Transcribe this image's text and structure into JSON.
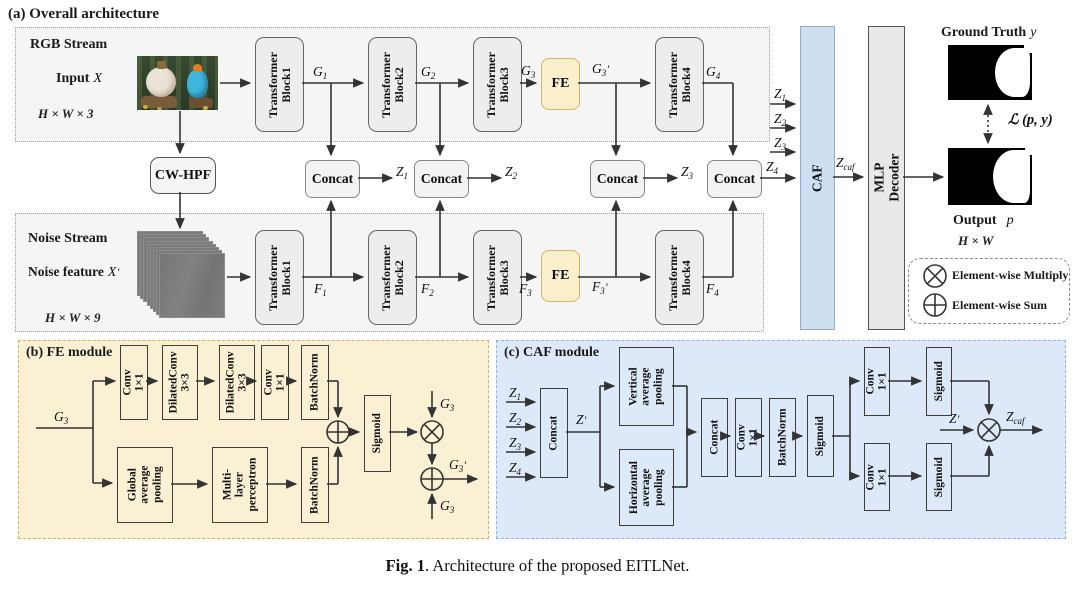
{
  "colors": {
    "fe_box": "#fbf0cc",
    "fe_panel": "#faf0d3",
    "caf_panel": "#dde9f8",
    "caf_column": "#cfdff2",
    "mlp_column": "#e9e9e9",
    "stream_fill": "#f5f5f5",
    "wire": "#333333"
  },
  "caption": {
    "bold": "Fig. 1",
    "rest": ". Architecture of the proposed EITLNet."
  },
  "panel_a": {
    "title": "(a) Overall architecture",
    "rgb_stream": {
      "title": "RGB Stream",
      "input_label": "Input",
      "dims": "H × W × 3"
    },
    "noise_stream": {
      "title": "Noise Stream",
      "input_label": "Noise feature",
      "dims": "H × W × 9"
    },
    "cw_hpf": "CW-HPF",
    "concat": "Concat",
    "fe": "FE",
    "blocks": {
      "b1": "Transformer\nBlock1",
      "b2": "Transformer\nBlock2",
      "b3": "Transformer\nBlock3",
      "b4": "Transformer\nBlock4"
    },
    "caf": "CAF",
    "mlp_decoder": "MLP Decoder",
    "ground_truth_label": "Ground Truth",
    "output_label": "Output",
    "output_dims": "H × W",
    "loss": "ℒ (p, y)",
    "legend": {
      "multiply": "Element-wise Multiply",
      "sum": "Element-wise Sum"
    }
  },
  "panel_b": {
    "title": "(b) FE module",
    "conv1": "Conv 1×1",
    "dilated1": "DilatedConv\n3×3",
    "dilated2": "DilatedConv\n3×3",
    "conv2": "Conv 1×1",
    "batchnorm1": "BatchNorm",
    "gap": "Global\naverage\npooling",
    "mlp": "Multi-layer\nperceptron",
    "batchnorm2": "BatchNorm",
    "sigmoid": "Sigmoid"
  },
  "panel_c": {
    "title": "(c) CAF module",
    "concat_in": "Concat",
    "vpool": "Vertical\naverage\npooling",
    "hpool": "Horizontal\naverage\npooling",
    "concat_mid": "Concat",
    "conv_mid": "Conv 1×1",
    "batchnorm": "BatchNorm",
    "sigmoid_mid": "Sigmoid",
    "conv_top": "Conv 1×1",
    "conv_bottom": "Conv 1×1",
    "sigmoid_top": "Sigmoid",
    "sigmoid_bottom": "Sigmoid"
  },
  "vars": {
    "x": {
      "b": "X"
    },
    "xp": {
      "b": "X",
      "p": "′"
    },
    "y": {
      "b": "y"
    },
    "p": {
      "b": "p"
    },
    "g1": {
      "b": "G",
      "s": "1"
    },
    "g2": {
      "b": "G",
      "s": "2"
    },
    "g3": {
      "b": "G",
      "s": "3"
    },
    "g4": {
      "b": "G",
      "s": "4"
    },
    "g3p": {
      "b": "G",
      "s": "3",
      "p": "′"
    },
    "f1": {
      "b": "F",
      "s": "1"
    },
    "f2": {
      "b": "F",
      "s": "2"
    },
    "f3": {
      "b": "F",
      "s": "3"
    },
    "f4": {
      "b": "F",
      "s": "4"
    },
    "f3p": {
      "b": "F",
      "s": "3",
      "p": "′"
    },
    "z1": {
      "b": "Z",
      "s": "1"
    },
    "z2": {
      "b": "Z",
      "s": "2"
    },
    "z3": {
      "b": "Z",
      "s": "3"
    },
    "z4": {
      "b": "Z",
      "s": "4"
    },
    "zp": {
      "b": "Z",
      "p": "′"
    },
    "zcaf": {
      "b": "Z",
      "s": "caf"
    }
  }
}
